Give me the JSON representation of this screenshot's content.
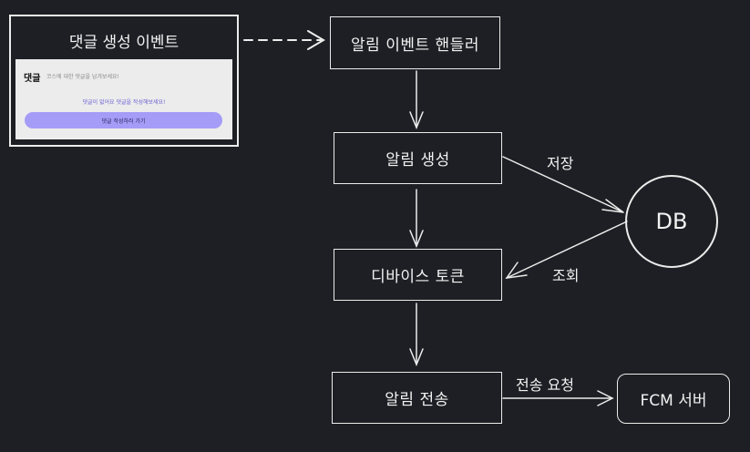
{
  "event_panel": {
    "title": "댓글 생성 이벤트",
    "preview": {
      "header": "댓글",
      "input_placeholder": "코스에 대한 댓글을 남겨보세요!",
      "empty_message": "댓글이 없어요 댓글을 작성해보세요!",
      "button_label": "댓글 작성하러 가기"
    }
  },
  "nodes": {
    "event_handler": "알림 이벤트 핸들러",
    "create_notification": "알림 생성",
    "device_token": "디바이스 토큰",
    "send_notification": "알림 전송",
    "db": "DB",
    "fcm_server": "FCM 서버"
  },
  "edge_labels": {
    "store": "저장",
    "lookup": "조회",
    "send_request": "전송 요청"
  },
  "colors": {
    "background": "#1e1f24",
    "stroke": "#ececec",
    "preview_bg": "#ececec",
    "preview_button": "#a59cf7"
  }
}
